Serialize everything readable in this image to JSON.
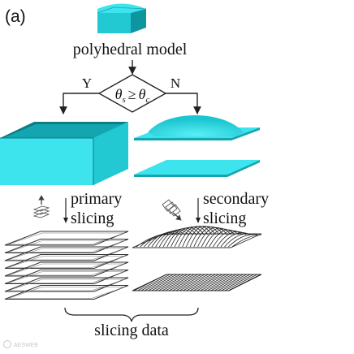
{
  "figure": {
    "panel_label": "(a)",
    "top_label": "polyhedral model",
    "decision": {
      "theta_s": "θ",
      "sub_s": "s",
      "op": "≥",
      "theta_c": "θ",
      "sub_c": "c",
      "yes_label": "Y",
      "no_label": "N"
    },
    "left_branch": {
      "line1": "primary",
      "line2": "slicing"
    },
    "right_branch": {
      "line1": "secondary",
      "line2": "slicing"
    },
    "bottom_label": "slicing data",
    "watermark": "AESWEB"
  },
  "colors": {
    "cyan_face": "#3de4ee",
    "cyan_dark": "#0d96a0",
    "cyan_mid": "#22c8d2",
    "line": "#222222"
  },
  "icons": {
    "primary": "stacked-layers-up-icon",
    "secondary": "tilted-layers-arrow-icon"
  }
}
